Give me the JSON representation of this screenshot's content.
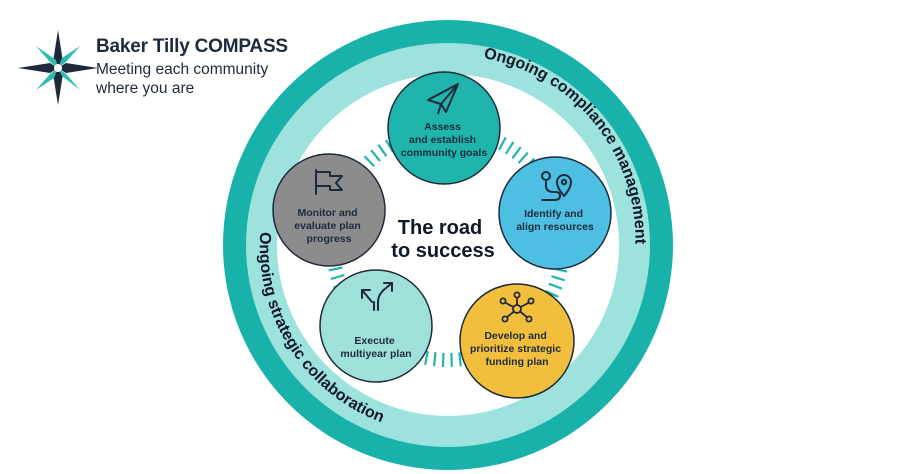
{
  "logo": {
    "title": "Baker Tilly COMPASS",
    "subtitle_line1": "Meeting each community",
    "subtitle_line2": "where you are"
  },
  "center": {
    "line1": "The road",
    "line2": "to success"
  },
  "ring_labels": {
    "outer_top": "Ongoing compliance management",
    "outer_bottom": "Ongoing strategic collaboration"
  },
  "steps": [
    {
      "lines": [
        "Assess",
        "and establish",
        "community goals"
      ],
      "icon": "paper-plane-icon",
      "color": "#1fb5ac"
    },
    {
      "lines": [
        "Identify and",
        "align resources"
      ],
      "icon": "route-pin-icon",
      "color": "#4cbfe3"
    },
    {
      "lines": [
        "Develop and",
        "prioritize strategic",
        "funding plan"
      ],
      "icon": "network-icon",
      "color": "#f2bf3d"
    },
    {
      "lines": [
        "Execute",
        "multiyear plan"
      ],
      "icon": "split-arrow-icon",
      "color": "#9fe0da"
    },
    {
      "lines": [
        "Monitor and",
        "evaluate plan",
        "progress"
      ],
      "icon": "flag-icon",
      "color": "#8c8c8c"
    }
  ],
  "colors": {
    "outer_ring": "#19b2aa",
    "mid_ring": "#9de2dc",
    "ink": "#1e2a3c"
  }
}
